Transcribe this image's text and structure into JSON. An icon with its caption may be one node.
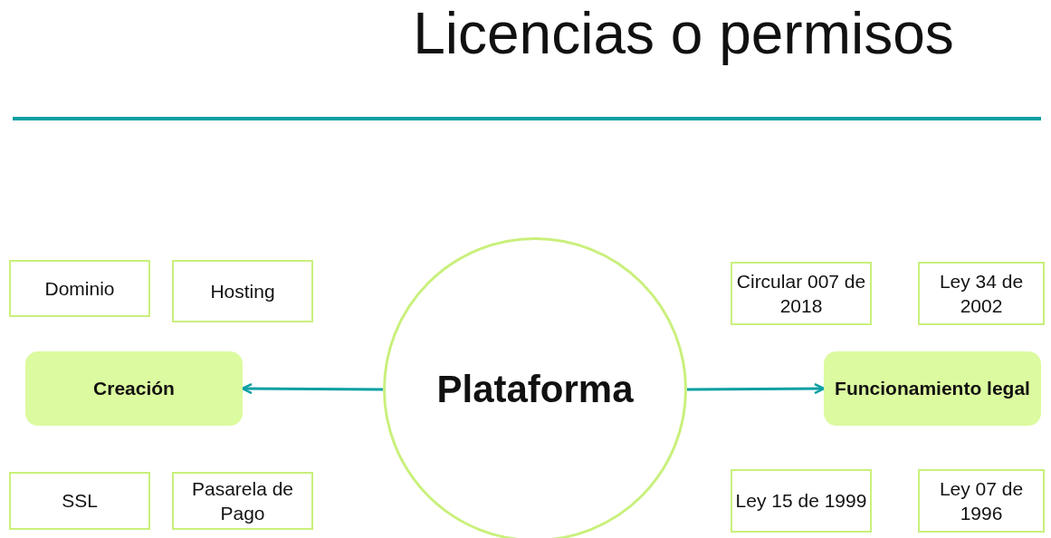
{
  "diagram": {
    "title": "Licencias o permisos",
    "nodes": [
      {
        "text": [
          "Plataforma"
        ]
      },
      {
        "text": [
          "Dominio"
        ]
      },
      {
        "text": [
          "Hosting"
        ]
      },
      {
        "text": [
          "Creación"
        ]
      },
      {
        "text": [
          "SSL"
        ]
      },
      {
        "text": [
          "Pasarela de Pago"
        ]
      },
      {
        "text": [
          "Circular 007 de 2018"
        ]
      },
      {
        "text": [
          "Ley 34 de 2002"
        ]
      },
      {
        "text": [
          "Funcionamiento legal"
        ]
      },
      {
        "text": [
          "Ley 15 de 1999"
        ]
      },
      {
        "text": [
          "Ley 07 de 1996"
        ]
      }
    ],
    "edges": [
      {
        "from": 0,
        "to": 3,
        "arrow": "to"
      },
      {
        "from": 0,
        "to": 8,
        "arrow": "to"
      }
    ]
  }
}
